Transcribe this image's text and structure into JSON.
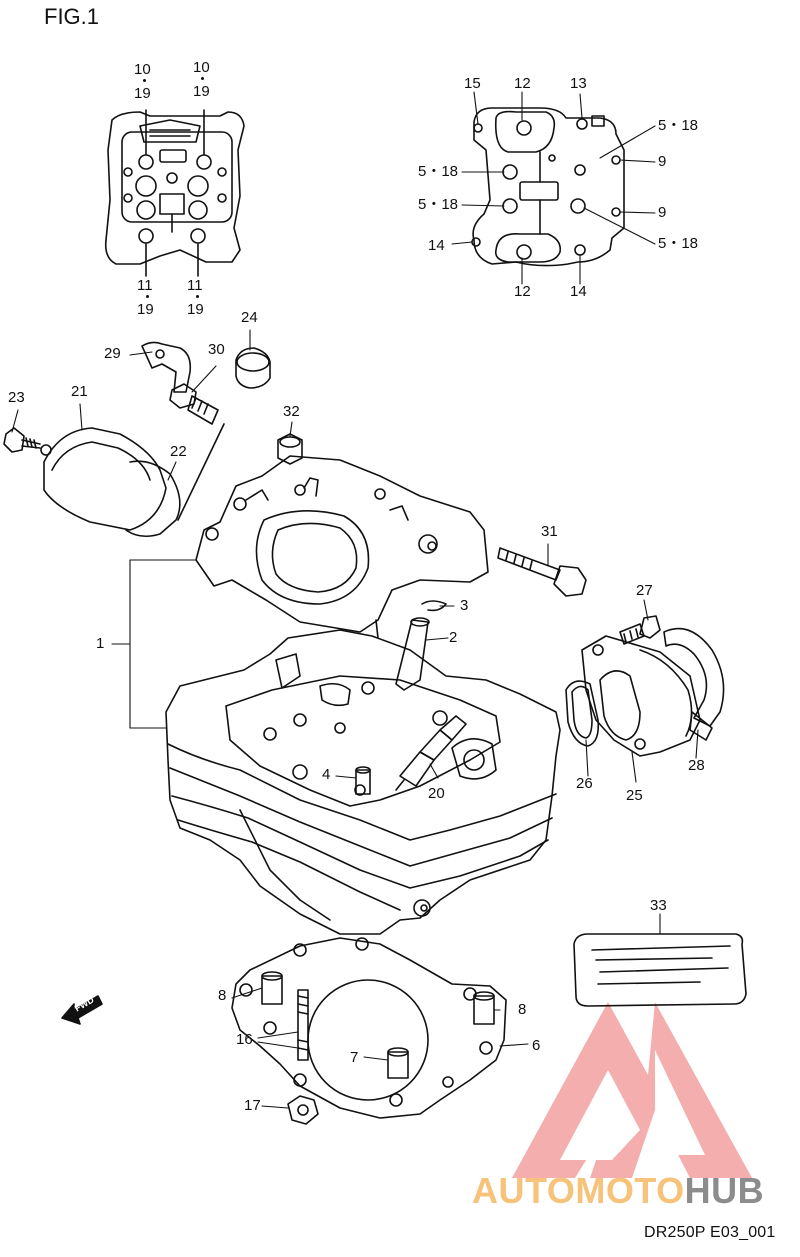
{
  "figure": {
    "title": "FIG.1",
    "code": "DR250P E03_001"
  },
  "callouts": [
    {
      "id": "c10a",
      "text": "10"
    },
    {
      "id": "c19a",
      "text": "19"
    },
    {
      "id": "c10b",
      "text": "10"
    },
    {
      "id": "c19b",
      "text": "19"
    },
    {
      "id": "c11a",
      "text": "11"
    },
    {
      "id": "c19c",
      "text": "19"
    },
    {
      "id": "c11b",
      "text": "11"
    },
    {
      "id": "c19d",
      "text": "19"
    },
    {
      "id": "c15",
      "text": "15"
    },
    {
      "id": "c12a",
      "text": "12"
    },
    {
      "id": "c13",
      "text": "13"
    },
    {
      "id": "c518a",
      "text": "5・18"
    },
    {
      "id": "c9a",
      "text": "9"
    },
    {
      "id": "c518b",
      "text": "5・18"
    },
    {
      "id": "c518c",
      "text": "5・18"
    },
    {
      "id": "c9b",
      "text": "9"
    },
    {
      "id": "c518d",
      "text": "5・18"
    },
    {
      "id": "c14a",
      "text": "14"
    },
    {
      "id": "c12b",
      "text": "12"
    },
    {
      "id": "c14b",
      "text": "14"
    },
    {
      "id": "c24",
      "text": "24"
    },
    {
      "id": "c29",
      "text": "29"
    },
    {
      "id": "c30",
      "text": "30"
    },
    {
      "id": "c23",
      "text": "23"
    },
    {
      "id": "c21",
      "text": "21"
    },
    {
      "id": "c22",
      "text": "22"
    },
    {
      "id": "c32",
      "text": "32"
    },
    {
      "id": "c31",
      "text": "31"
    },
    {
      "id": "c27",
      "text": "27"
    },
    {
      "id": "c3",
      "text": "3"
    },
    {
      "id": "c2",
      "text": "2"
    },
    {
      "id": "c1",
      "text": "1"
    },
    {
      "id": "c4",
      "text": "4"
    },
    {
      "id": "c20",
      "text": "20"
    },
    {
      "id": "c26",
      "text": "26"
    },
    {
      "id": "c25",
      "text": "25"
    },
    {
      "id": "c28",
      "text": "28"
    },
    {
      "id": "c33",
      "text": "33"
    },
    {
      "id": "c8a",
      "text": "8"
    },
    {
      "id": "c8b",
      "text": "8"
    },
    {
      "id": "c16",
      "text": "16"
    },
    {
      "id": "c6",
      "text": "6"
    },
    {
      "id": "c7",
      "text": "7"
    },
    {
      "id": "c17",
      "text": "17"
    }
  ],
  "fwd_marker": "FWD",
  "watermark": {
    "part1": "AUTOMOTO",
    "part2": "HUB",
    "color1": "#f7c27a",
    "color2": "#8c8c8c",
    "logo_color": "#f3a0a0"
  }
}
